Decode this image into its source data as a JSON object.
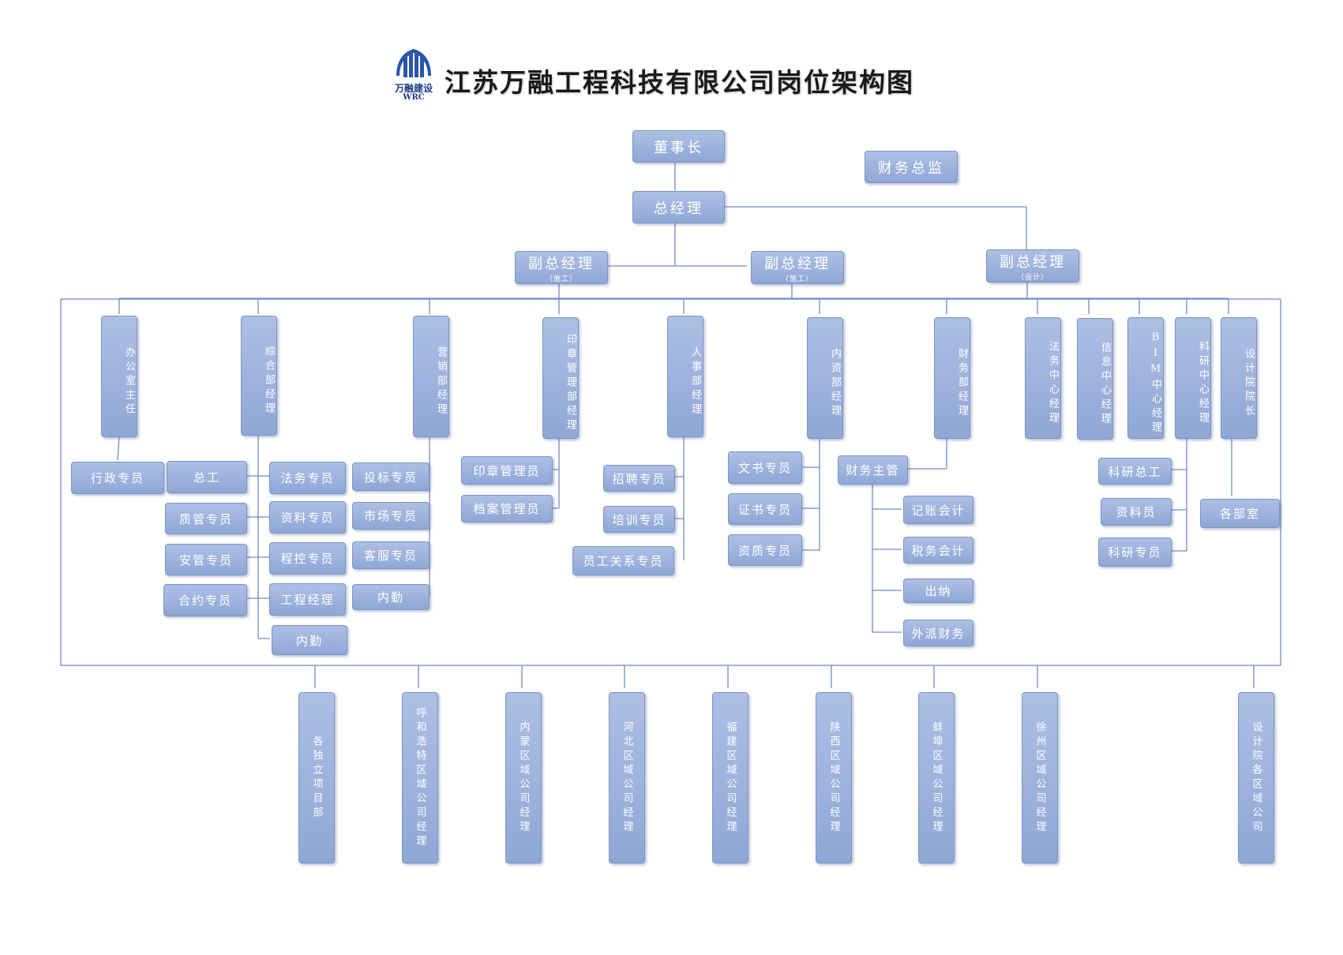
{
  "header": {
    "logo_cn": "万融建设",
    "logo_en": "WRC",
    "title": "江苏万融工程科技有限公司岗位架构图"
  },
  "colors": {
    "box": "#9ab0dd",
    "border": "#7b95c9",
    "line": "#6f8cc7"
  },
  "top": {
    "chairman": "董事长",
    "cfo": "财务总监",
    "gm": "总经理",
    "vp1": "副总经理",
    "vp1_sub": "（施工）",
    "vp2": "副总经理",
    "vp2_sub": "（施工）",
    "vp3": "副总经理",
    "vp3_sub": "（设计）"
  },
  "departments": [
    "办公室主任",
    "综合部经理",
    "营销部经理",
    "印章管理部经理",
    "人事部经理",
    "内资部经理",
    "财务部经理",
    "法务中心经理",
    "信息中心经理",
    "BIM中心经理",
    "科研中心经理",
    "设计院院长"
  ],
  "staff": {
    "office": [
      "行政专员"
    ],
    "general_left": [
      "总工",
      "质管专员",
      "安管专员",
      "合约专员"
    ],
    "general_right": [
      "法务专员",
      "资料专员",
      "程控专员",
      "工程经理",
      "内勤"
    ],
    "marketing": [
      "投标专员",
      "市场专员",
      "客服专员",
      "内勤"
    ],
    "seal": [
      "印章管理员",
      "档案管理员"
    ],
    "hr": [
      "招聘专员",
      "培训专员",
      "员工关系专员"
    ],
    "internal": [
      "文书专员",
      "证书专员",
      "资质专员"
    ],
    "finance_head": "财务主管",
    "finance": [
      "记账会计",
      "税务会计",
      "出纳",
      "外派财务"
    ],
    "research": [
      "科研总工",
      "资料员",
      "科研专员"
    ],
    "design": [
      "各部室"
    ]
  },
  "regions": [
    "各独立项目部",
    "呼和浩特区域公司经理",
    "内蒙区域公司经理",
    "河北区域公司经理",
    "福建区域公司经理",
    "陕西区域公司经理",
    "蚌埠区域公司经理",
    "徐州区域公司经理",
    "设计院各区域公司"
  ]
}
